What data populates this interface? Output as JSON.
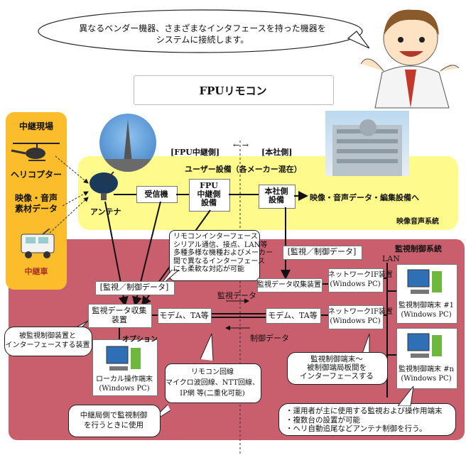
{
  "speech": {
    "line1": "異なるベンダー機器、さまざまなインタフェースを持った機器を",
    "line2": "システムに接続します。"
  },
  "title": "FPUリモコン",
  "left_panel": {
    "site": "中継現場",
    "helicopter": "ヘリコプター",
    "material_1": "映像・音声",
    "material_2": "素材データ",
    "vehicle": "中継車"
  },
  "header": {
    "fpu_side": "[FPU中継側]",
    "hq_side": "[本社側]",
    "arrows": "←  →"
  },
  "user_equipment": "ユーザー設備（各メーカー混在）",
  "antenna": "アンテナ",
  "receiver": "受信機",
  "fpu_relay": {
    "l1": "FPU",
    "l2": "中継側",
    "l3": "設備"
  },
  "hq_equipment": {
    "l1": "本社側",
    "l2": "設備"
  },
  "video_out": "映像・音声データ・編集設備へ",
  "video_system": "映像音声系統",
  "remote_if": {
    "l1": "リモコンインターフェース",
    "l2": "シリアル通信、接点、LAN等",
    "l3": "多種多様な機種およびメーカー",
    "l4": "間で異なるインターフェース",
    "l5": "にも柔軟な対応が可能"
  },
  "monitor_ctrl_data": "[監視／制御データ]",
  "monitor_ctrl_data_2": "[監視／制御データ]",
  "monitor_system": "監視制御系統",
  "lan": "LAN",
  "collector_hq": "監視データ収集装置",
  "collector_local": {
    "l1": "監視データ収集",
    "l2": "装置"
  },
  "modem_left": "モデム、TA等",
  "modem_right": "モデム、TA等",
  "monitor_data": "監視データ",
  "control_data": "制御データ",
  "network_if_1": {
    "l1": "ネットワークIF装置",
    "l2": "(Windows PC)"
  },
  "network_if_2": {
    "l1": "ネットワークIF装置",
    "l2": "(Windows PC)"
  },
  "terminal_1": {
    "l1": "監視制御端末 #1",
    "l2": "(Windows PC)"
  },
  "terminal_n": {
    "l1": "監視制御端末 #n",
    "l2": "(Windows PC)"
  },
  "option": "オプション",
  "local_terminal": {
    "l1": "ローカル操作端末",
    "l2": "(Windows PC)"
  },
  "interface_device": {
    "l1": "被監視制御装置と",
    "l2": "インターフェースする装置"
  },
  "remote_line": {
    "l1": "リモコン回線",
    "l2": "マイクロ波回線、NTT回線、",
    "l3": "IP網 等(二重化可能)"
  },
  "terminal_note": {
    "l1": "監視制御端末～",
    "l2": "被制御端局板間を",
    "l3": "インターフェースする"
  },
  "local_note": {
    "l1": "中継局側で監視制御",
    "l2": "を行うときに使用"
  },
  "bullets": {
    "b1": "・運用者が主に使用する監視および操作用端末",
    "b2": "・複数台の設置が可能",
    "b3": "・ヘリ自動追尾などアンテナ制御を行う。"
  }
}
